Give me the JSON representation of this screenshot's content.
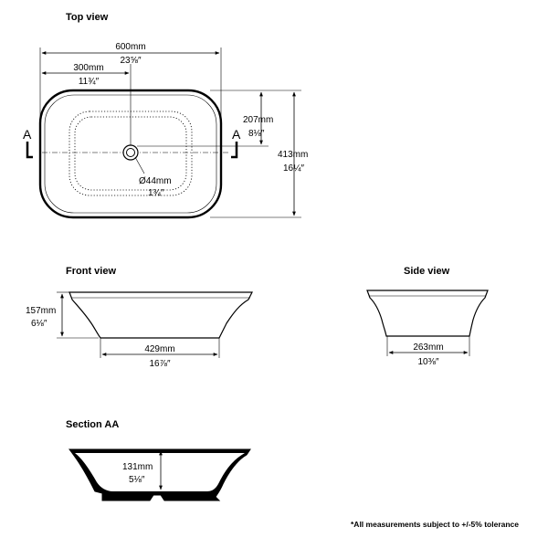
{
  "top_view": {
    "title": "Top view",
    "width_mm": "600mm",
    "width_in": "23⅝″",
    "half_width_mm": "300mm",
    "half_width_in": "11¾″",
    "half_depth_mm": "207mm",
    "half_depth_in": "8⅛″",
    "depth_mm": "413mm",
    "depth_in": "16¼″",
    "waste_mm": "Ø44mm",
    "waste_in": "1¾″",
    "section_marker": "A"
  },
  "front_view": {
    "title": "Front view",
    "height_mm": "157mm",
    "height_in": "6⅛″",
    "base_mm": "429mm",
    "base_in": "16⅞″"
  },
  "side_view": {
    "title": "Side view",
    "base_mm": "263mm",
    "base_in": "10⅜″"
  },
  "section_aa": {
    "title": "Section AA",
    "depth_mm": "131mm",
    "depth_in": "5⅛″"
  },
  "footnote": "*All measurements subject to +/-5% tolerance"
}
